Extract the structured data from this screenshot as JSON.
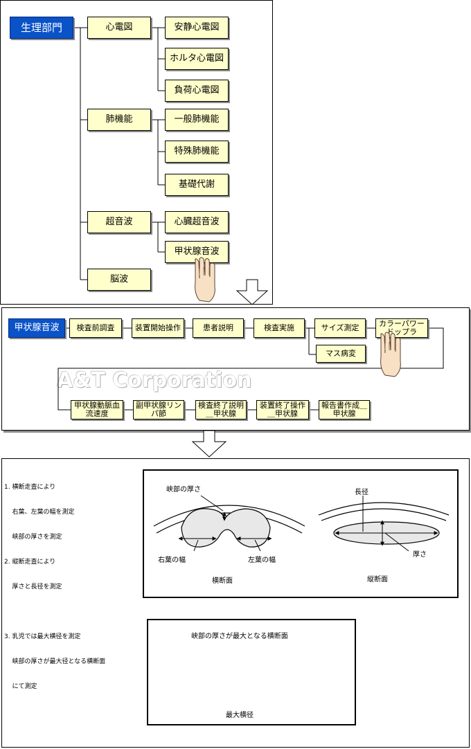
{
  "tree": {
    "root": "生理部門",
    "ecg": "心電図",
    "ecg_rest": "安静心電図",
    "ecg_holter": "ホルタ心電図",
    "ecg_load": "負荷心電図",
    "lung": "肺機能",
    "lung_general": "一般肺機能",
    "lung_special": "特殊肺機能",
    "metabolism": "基礎代謝",
    "ultrasound": "超音波",
    "us_heart": "心臓超音波",
    "us_thyroid": "甲状腺音波",
    "eeg": "脳波"
  },
  "flow": {
    "start": "甲状腺音波",
    "steps": [
      "検査前調査",
      "装置開始操作",
      "患者説明",
      "検査実施",
      "サイズ測定",
      "カラーパワードップラ"
    ],
    "branch": "マス病変",
    "row2": [
      "甲状腺動脈血流速度",
      "副甲状腺リンパ節",
      "検査終了説明＿甲状腺",
      "装置終了操作＿甲状腺",
      "報告書作成＿甲状腺"
    ],
    "watermark": "A&T Corporation"
  },
  "notes": [
    "1. 横断走査により",
    "    右葉、左葉の幅を測定",
    "    峡部の厚さを測定",
    "2. 縦断走査により",
    "    厚さと長径を測定",
    "",
    "3. 乳児では最大横径を測定",
    "    峡部の厚さが最大径となる横断面",
    "    にて測定"
  ],
  "diagram_top": {
    "isthmus": "峡部の厚さ",
    "right_lobe": "右葉の幅",
    "left_lobe": "左葉の幅",
    "transverse": "横断面",
    "long_axis": "長径",
    "thickness": "厚さ",
    "longitudinal": "縦断面"
  },
  "diagram_bottom": {
    "caption": "峡部の厚さが最大となる横断面",
    "max_width": "最大横径"
  }
}
